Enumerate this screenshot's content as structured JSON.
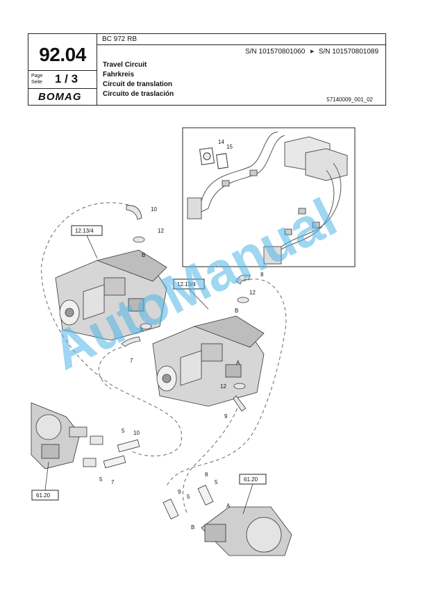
{
  "header": {
    "section_number": "92.04",
    "page_label_en": "Page",
    "page_label_de": "Seite",
    "page_number": "1  /  3",
    "logo_text": "BOMAG",
    "model": "BC 972 RB",
    "serial_from": "S/N 101570801060",
    "serial_to": "S/N 101570801089",
    "arrow": "➤",
    "titles": [
      "Travel Circuit",
      "Fahrkreis",
      "Circuit de translation",
      "Circuito de traslación"
    ],
    "document_number": "57140009_001_02"
  },
  "diagram": {
    "reference_boxes": [
      "12.13/4",
      "12.13/4",
      "61.20",
      "61.20"
    ],
    "callouts": [
      "14",
      "15",
      "10",
      "12",
      "8",
      "12",
      "B",
      "A",
      "B",
      "7",
      "A",
      "12",
      "9",
      "5",
      "10",
      "5",
      "7",
      "8",
      "5",
      "9",
      "5",
      "A",
      "B"
    ]
  },
  "watermark": "AutoManual"
}
